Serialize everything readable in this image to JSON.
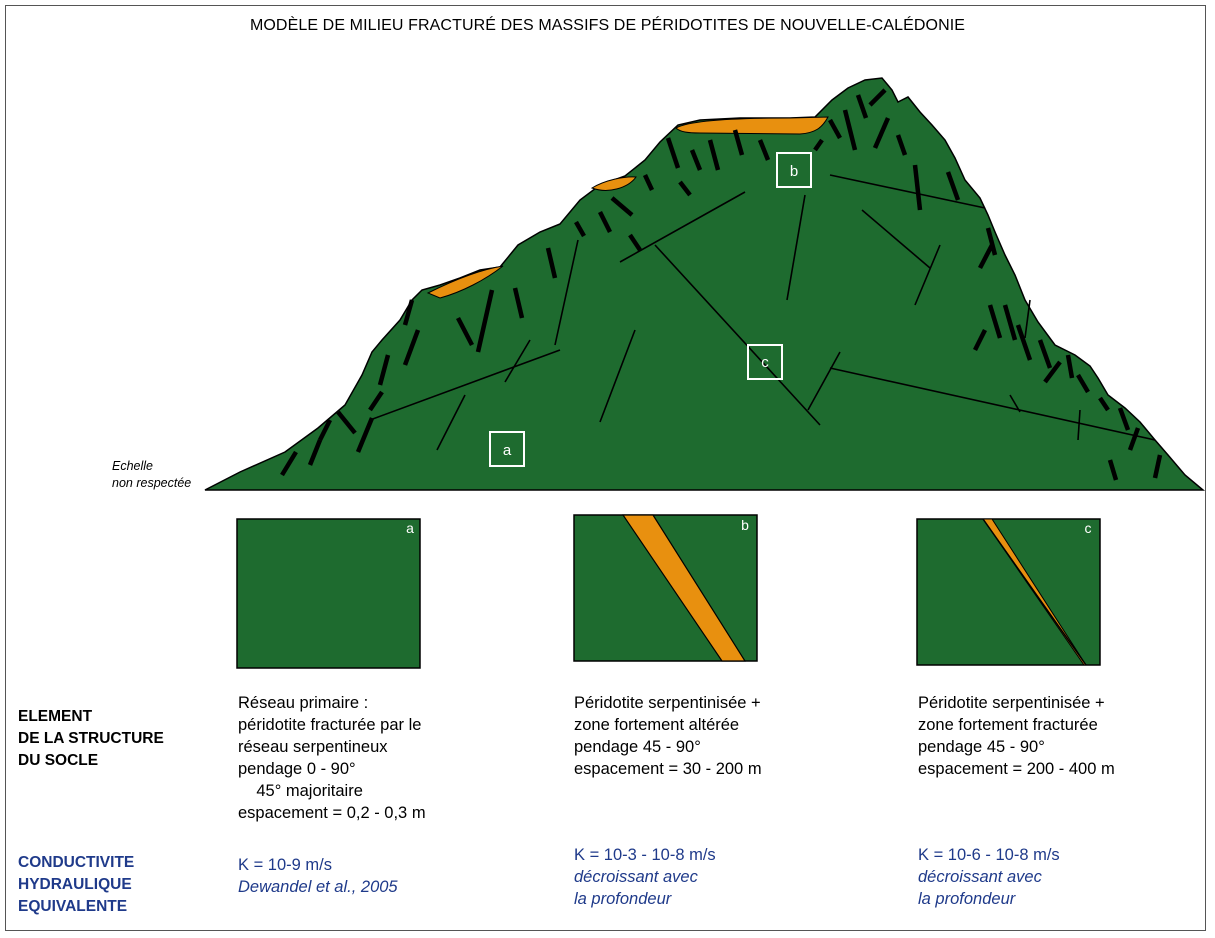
{
  "title": "MODÈLE DE MILIEU FRACTURÉ DES MASSIFS DE PÉRIDOTITES DE NOUVELLE-CALÉDONIE",
  "scale_note": [
    "Echelle",
    "non respectée"
  ],
  "colors": {
    "massif_green": "#1e6b2f",
    "alteration_orange": "#e8900f",
    "fracture_black": "#000000",
    "heading_blue": "#1f3a8a"
  },
  "markers": {
    "a": "a",
    "b": "b",
    "c": "c"
  },
  "panels": {
    "a": {
      "label": "a"
    },
    "b": {
      "label": "b"
    },
    "c": {
      "label": "c"
    }
  },
  "row_headings": {
    "element": [
      "ELEMENT",
      "DE LA STRUCTURE",
      "DU SOCLE"
    ],
    "conductivity": [
      "CONDUCTIVITE",
      "HYDRAULIQUE",
      "EQUIVALENTE"
    ]
  },
  "descriptions": {
    "a": [
      "Réseau primaire :",
      "péridotite fracturée par le",
      "réseau serpentineux",
      "pendage 0  - 90°",
      "    45° majoritaire",
      "espacement = 0,2 - 0,3 m"
    ],
    "b": [
      "Péridotite serpentinisée +",
      "zone fortement altérée",
      "pendage 45 - 90°",
      "espacement = 30 - 200 m"
    ],
    "c": [
      "Péridotite serpentinisée +",
      "zone fortement fracturée",
      "pendage 45 - 90°",
      "espacement = 200 - 400 m"
    ]
  },
  "conductivity": {
    "a": {
      "value": "K = 10-9 m/s",
      "note": [
        "Dewandel et al., 2005"
      ]
    },
    "b": {
      "value": "K = 10-3 - 10-8 m/s",
      "note": [
        "décroissant avec",
        "la profondeur"
      ]
    },
    "c": {
      "value": "K = 10-6 - 10-8 m/s",
      "note": [
        "décroissant avec",
        "la profondeur"
      ]
    }
  }
}
